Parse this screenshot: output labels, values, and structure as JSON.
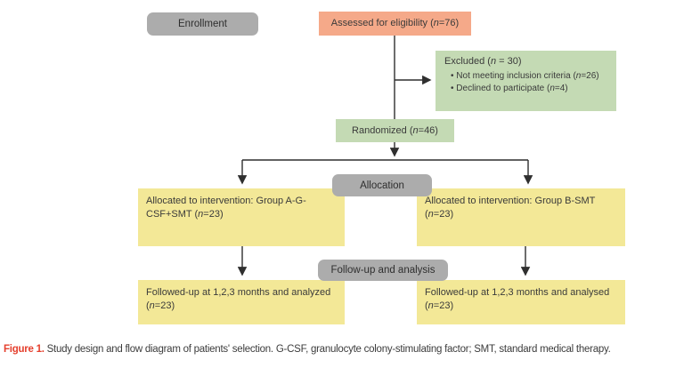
{
  "figure": {
    "caption_label": "Figure 1.",
    "caption_text": " Study design and flow diagram of patients' selection. G-CSF, granulocyte colony-stimulating factor; SMT, standard medical therapy."
  },
  "colors": {
    "stage_badge": "#acacac",
    "assessed_box": "#f5a989",
    "excluded_box": "#c4dab4",
    "allocation_box": "#f3e897",
    "arrow": "#2f2f2f",
    "caption_label": "#e5402e",
    "text": "#3a3a3a"
  },
  "diagram": {
    "stages": {
      "enrollment": "Enrollment",
      "allocation": "Allocation",
      "followup": "Follow-up and analysis"
    },
    "boxes": {
      "assessed": [
        {
          "t": "Assessed for eligibility ("
        },
        {
          "t": "n",
          "i": true
        },
        {
          "t": "=76)"
        }
      ],
      "excluded_title": [
        {
          "t": "Excluded ("
        },
        {
          "t": "n",
          "i": true
        },
        {
          "t": " = 30)"
        }
      ],
      "excluded_bullets": [
        [
          {
            "t": "• Not meeting inclusion criteria ("
          },
          {
            "t": "n",
            "i": true
          },
          {
            "t": "=26)"
          }
        ],
        [
          {
            "t": "• Declined to participate ("
          },
          {
            "t": "n",
            "i": true
          },
          {
            "t": "=4)"
          }
        ]
      ],
      "randomized": [
        {
          "t": "Randomized ("
        },
        {
          "t": "n",
          "i": true
        },
        {
          "t": "=46)"
        }
      ],
      "alloc_left": [
        {
          "t": "Allocated to intervention: Group A-G-CSF+SMT ("
        },
        {
          "t": "n",
          "i": true
        },
        {
          "t": "=23)"
        }
      ],
      "alloc_right": [
        {
          "t": "Allocated to intervention: Group B-SMT ("
        },
        {
          "t": "n",
          "i": true
        },
        {
          "t": "=23)"
        }
      ],
      "follow_left": [
        {
          "t": "Followed-up at 1,2,3 months and analyzed ("
        },
        {
          "t": "n",
          "i": true
        },
        {
          "t": "=23)"
        }
      ],
      "follow_right": [
        {
          "t": "Followed-up at 1,2,3 months and analysed ("
        },
        {
          "t": "n",
          "i": true
        },
        {
          "t": "=23)"
        }
      ]
    }
  }
}
